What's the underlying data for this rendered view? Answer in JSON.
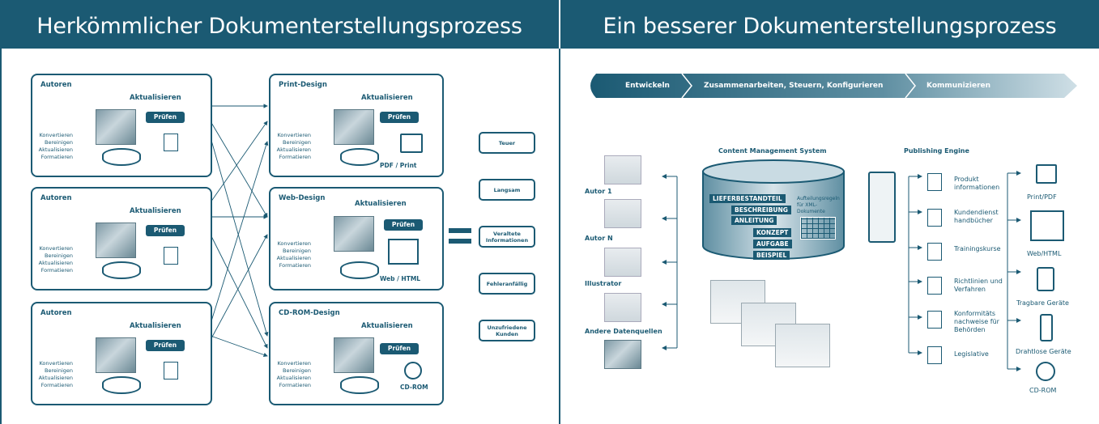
{
  "left_header": "Herkömmlicher Dokumenterstellungsprozess",
  "right_header": "Ein besserer Dokumenterstellungsprozess",
  "left": {
    "authors": [
      {
        "title": "Autoren",
        "update": "Aktualisieren",
        "check": "Prüfen",
        "steps": [
          "Konvertieren",
          "Bereinigen",
          "Aktualisieren",
          "Formatieren"
        ]
      },
      {
        "title": "Autoren",
        "update": "Aktualisieren",
        "check": "Prüfen",
        "steps": [
          "Konvertieren",
          "Bereinigen",
          "Aktualisieren",
          "Formatieren"
        ]
      },
      {
        "title": "Autoren",
        "update": "Aktualisieren",
        "check": "Prüfen",
        "steps": [
          "Konvertieren",
          "Bereinigen",
          "Aktualisieren",
          "Formatieren"
        ]
      }
    ],
    "designs": [
      {
        "title": "Print-Design",
        "update": "Aktualisieren",
        "check": "Prüfen",
        "steps": [
          "Konvertieren",
          "Bereinigen",
          "Aktualisieren",
          "Formatieren"
        ],
        "output": "PDF / Print"
      },
      {
        "title": "Web-Design",
        "update": "Aktualisieren",
        "check": "Prüfen",
        "steps": [
          "Konvertieren",
          "Bereinigen",
          "Aktualisieren",
          "Formatieren"
        ],
        "output": "Web / HTML"
      },
      {
        "title": "CD-ROM-Design",
        "update": "Aktualisieren",
        "check": "Prüfen",
        "steps": [
          "Konvertieren",
          "Bereinigen",
          "Aktualisieren",
          "Formatieren"
        ],
        "output": "CD-ROM"
      }
    ],
    "results": [
      "Teuer",
      "Langsam",
      "Veraltete Informationen",
      "Fehleranfällig",
      "Unzufriedene Kunden"
    ]
  },
  "right": {
    "process": [
      "Entwickeln",
      "Zusammenarbeiten, Steuern, Konfigurieren",
      "Kommunizieren"
    ],
    "sources": [
      "Autor 1",
      "Autor N",
      "Illustrator",
      "Andere Datenquellen"
    ],
    "cms_title": "Content Management System",
    "cms_items": [
      "LIEFERBESTANDTEIL",
      "BESCHREIBUNG",
      "ANLEITUNG",
      "KONZEPT",
      "AUFGABE",
      "BEISPIEL"
    ],
    "cms_note": "Aufteilungsregeln für XML-Dokumente",
    "engine_title": "Publishing Engine",
    "docs": [
      "Produkt informationen",
      "Kundendienst handbücher",
      "Trainingskurse",
      "Richtlinien und Verfahren",
      "Konformitäts nachweise für Behörden",
      "Legislative"
    ],
    "outputs": [
      "Print/PDF",
      "Web/HTML",
      "Tragbare Geräte",
      "Drahtlose Geräte",
      "CD-ROM"
    ]
  }
}
